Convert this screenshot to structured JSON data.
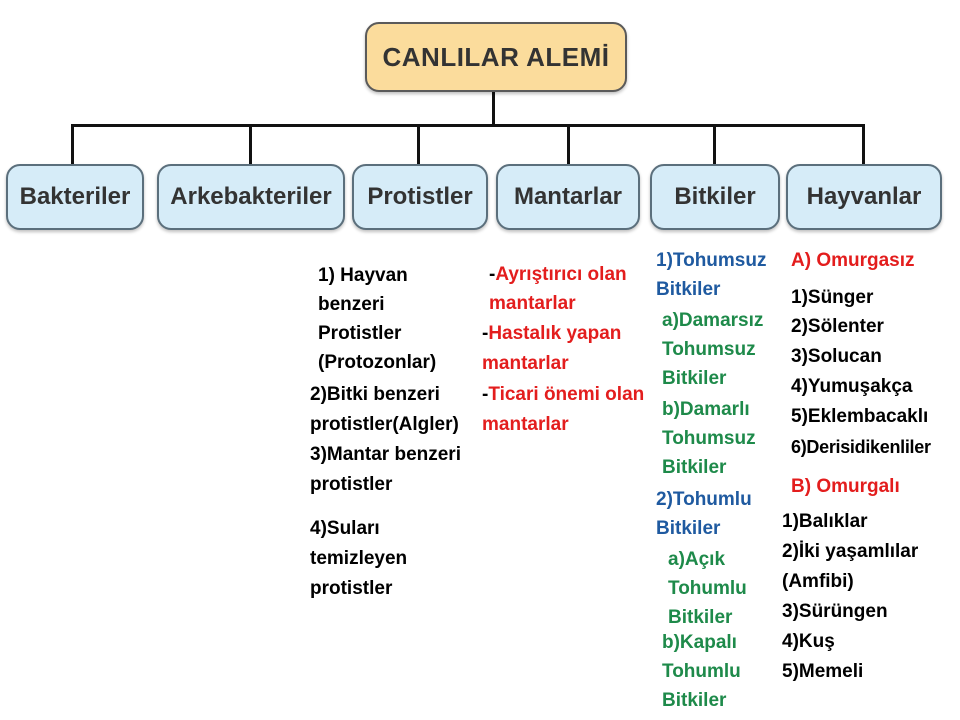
{
  "root": {
    "label": "CANLILAR ALEMİ"
  },
  "kingdoms": [
    {
      "label": "Bakteriler"
    },
    {
      "label": "Arkebakteriler"
    },
    {
      "label": "Protistler"
    },
    {
      "label": "Mantarlar"
    },
    {
      "label": "Bitkiler"
    },
    {
      "label": "Hayvanlar"
    }
  ],
  "protistler": {
    "p1_a": "1) Hayvan",
    "p1_b": "benzeri",
    "p1_c": "Protistler",
    "p1_d": "(Protozonlar)",
    "p2_a": "2)Bitki benzeri",
    "p2_b": " protistler(Algler)",
    "p3_a": "3)Mantar benzeri",
    "p3_b": "protistler",
    "p4_a": "4)Suları",
    "p4_b": "temizleyen",
    "p4_c": "protistler"
  },
  "mantarlar": {
    "m1_dash": "-",
    "m1_a": "Ayrıştırıcı olan",
    "m1_b": "mantarlar",
    "m2_dash": "-",
    "m2_a": "Hastalık yapan",
    "m2_b": "mantarlar",
    "m3_dash": "-",
    "m3_a": "Ticari önemi olan",
    "m3_b": "mantarlar"
  },
  "bitkiler": {
    "g1_a": "1)Tohumsuz",
    "g1_b": "Bitkiler",
    "s1a_a": "a)Damarsız",
    "s1a_b": "Tohumsuz",
    "s1a_c": "Bitkiler",
    "s1b_a": "b)Damarlı",
    "s1b_b": "Tohumsuz",
    "s1b_c": "Bitkiler",
    "g2_a": "2)Tohumlu",
    "g2_b": "Bitkiler",
    "s2a_a": "a)Açık",
    "s2a_b": "Tohumlu",
    "s2a_c": "Bitkiler",
    "s2b_a": "b)Kapalı",
    "s2b_b": "Tohumlu",
    "s2b_c": "Bitkiler"
  },
  "hayvanlar": {
    "a_title": "A) Omurgasız",
    "a_items": [
      "1)Sünger",
      "2)Sölenter",
      "3)Solucan",
      "4)Yumuşakça",
      "5)Eklembacaklı",
      "6)Derisidikenliler"
    ],
    "b_title": "B) Omurgalı",
    "b1": "1)Balıklar",
    "b2_a": "2)İki yaşamlılar",
    "b2_b": "(Amfibi)",
    "b3": "3)Sürüngen",
    "b4": "4)Kuş",
    "b5": "5)Memeli"
  },
  "colors": {
    "red": "#e31d1d",
    "blue": "#1f5aa0",
    "green": "#1e8a4a",
    "root_fill": "#fbdc9c",
    "box_fill": "#d6ecf8"
  }
}
